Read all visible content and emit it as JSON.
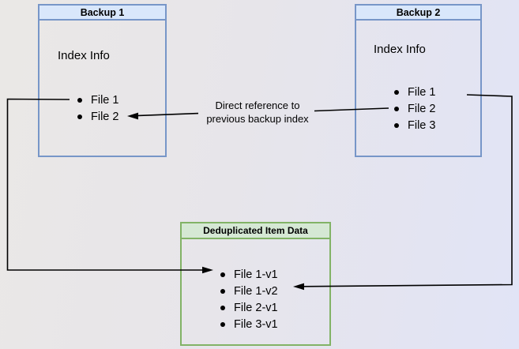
{
  "backup1": {
    "title": "Backup 1",
    "section_label": "Index Info",
    "files": [
      "File 1",
      "File 2"
    ]
  },
  "backup2": {
    "title": "Backup 2",
    "section_label": "Index Info",
    "files": [
      "File 1",
      "File 2",
      "File 3"
    ]
  },
  "dedup_store": {
    "title": "Deduplicated Item Data",
    "items": [
      "File 1-v1",
      "File 1-v2",
      "File 2-v1",
      "File 3-v1"
    ]
  },
  "edge_label": {
    "line1": "Direct reference to",
    "line2": "previous backup index"
  },
  "colors": {
    "blue_border": "#7796c8",
    "blue_header_fill": "#d9e7fb",
    "green_border": "#82b366",
    "green_header_fill": "#d5e8d4",
    "arrow": "#000000",
    "background_left": "#eae8e6",
    "background_right": "#e1e4f6"
  }
}
